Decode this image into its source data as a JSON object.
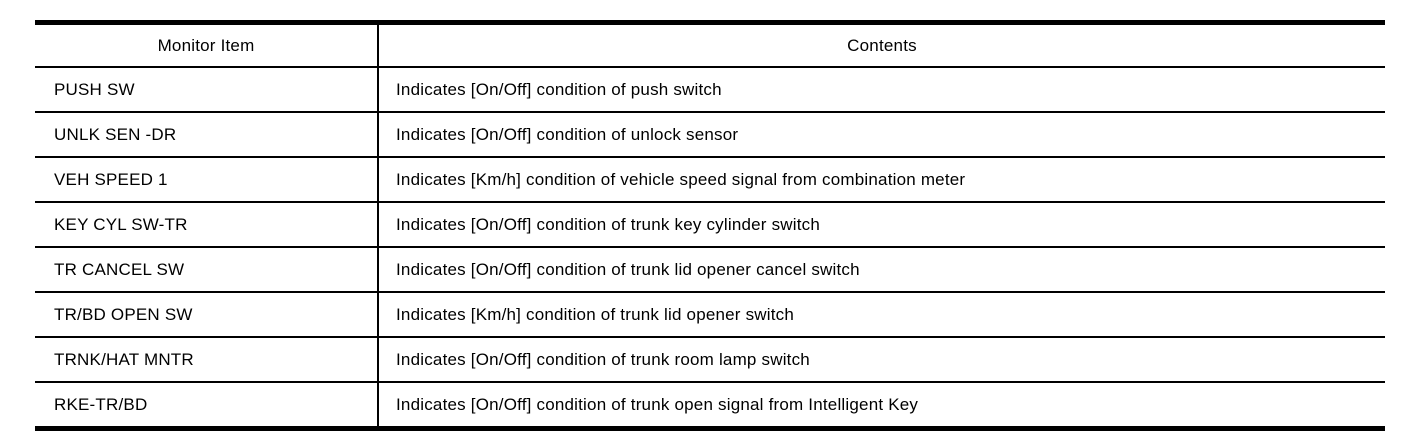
{
  "table": {
    "headers": {
      "monitor_item": "Monitor Item",
      "contents": "Contents"
    },
    "rows": [
      {
        "item": "PUSH SW",
        "contents": "Indicates [On/Off] condition of push switch"
      },
      {
        "item": "UNLK SEN -DR",
        "contents": "Indicates [On/Off] condition of unlock sensor"
      },
      {
        "item": "VEH SPEED 1",
        "contents": "Indicates [Km/h] condition of vehicle speed signal from combination meter"
      },
      {
        "item": "KEY CYL SW-TR",
        "contents": "Indicates [On/Off] condition of trunk key cylinder switch"
      },
      {
        "item": "TR CANCEL SW",
        "contents": "Indicates [On/Off] condition of trunk lid opener cancel switch"
      },
      {
        "item": "TR/BD OPEN SW",
        "contents": "Indicates [Km/h] condition of trunk lid opener switch"
      },
      {
        "item": "TRNK/HAT MNTR",
        "contents": "Indicates [On/Off] condition of trunk room lamp switch"
      },
      {
        "item": "RKE-TR/BD",
        "contents": "Indicates [On/Off] condition of trunk open signal from Intelligent Key"
      }
    ]
  },
  "colors": {
    "border": "#000000",
    "text": "#000000",
    "background": "#ffffff"
  }
}
